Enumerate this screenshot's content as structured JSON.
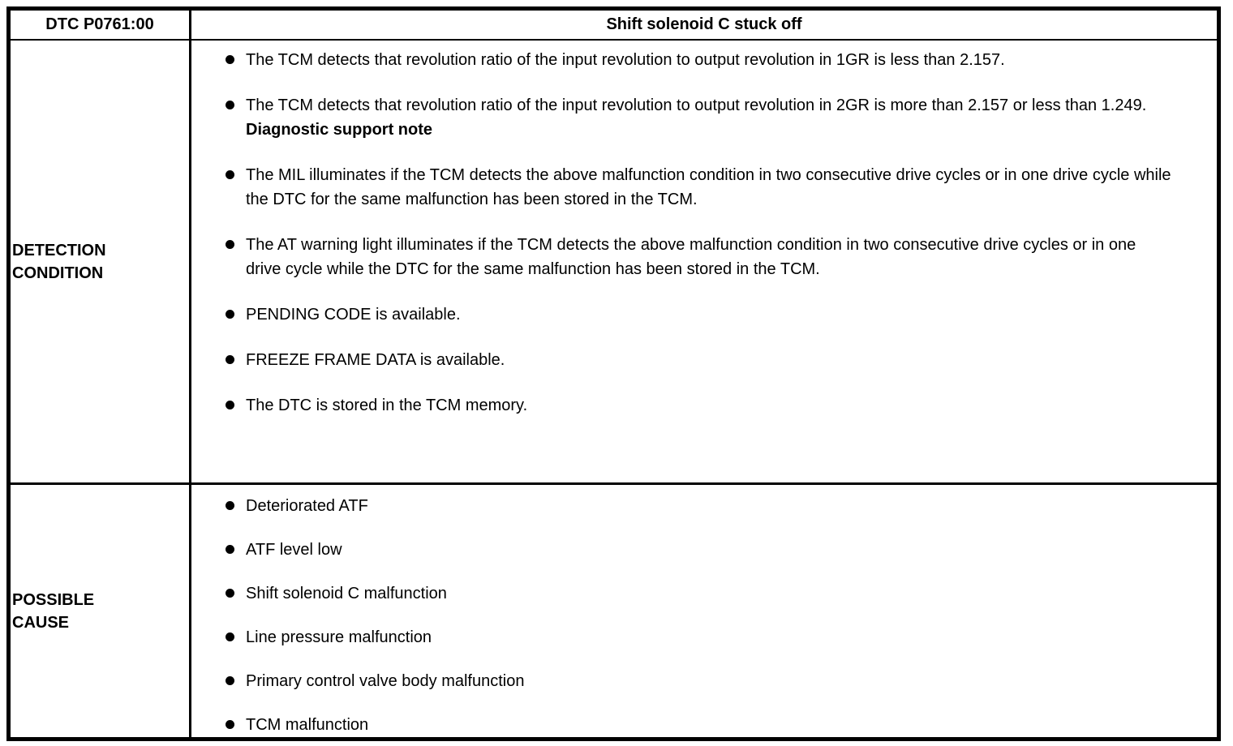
{
  "page": {
    "header": {
      "code": "DTC P0761:00",
      "title": "Shift solenoid C stuck off"
    },
    "detection": {
      "label": "DETECTION CONDITION",
      "bullets_before_note": [
        "The TCM detects that revolution ratio of the input revolution to output revolution in 1GR is less than 2.157.",
        "The TCM detects that revolution ratio of the input revolution to output revolution in 2GR is more than 2.157 or less than 1.249."
      ],
      "note_heading": "Diagnostic support note",
      "bullets_after_note": [
        "The MIL illuminates if the TCM detects the above malfunction condition in two consecutive drive cycles or in one drive cycle while the DTC for the same malfunction has been stored in the TCM.",
        "The AT warning light illuminates if the TCM detects the above malfunction condition in two consecutive drive cycles or in one drive cycle while the DTC for the same malfunction has been stored in the TCM.",
        "PENDING CODE is available.",
        "FREEZE FRAME DATA is available.",
        "The DTC is stored in the TCM memory."
      ]
    },
    "possible_cause": {
      "label": "POSSIBLE CAUSE",
      "bullets": [
        "Deteriorated ATF",
        "ATF level low",
        "Shift solenoid C malfunction",
        "Line pressure malfunction",
        "Primary control valve body malfunction",
        "TCM malfunction"
      ]
    },
    "colors": {
      "text": "#000000",
      "background": "#ffffff",
      "border": "#000000"
    }
  }
}
